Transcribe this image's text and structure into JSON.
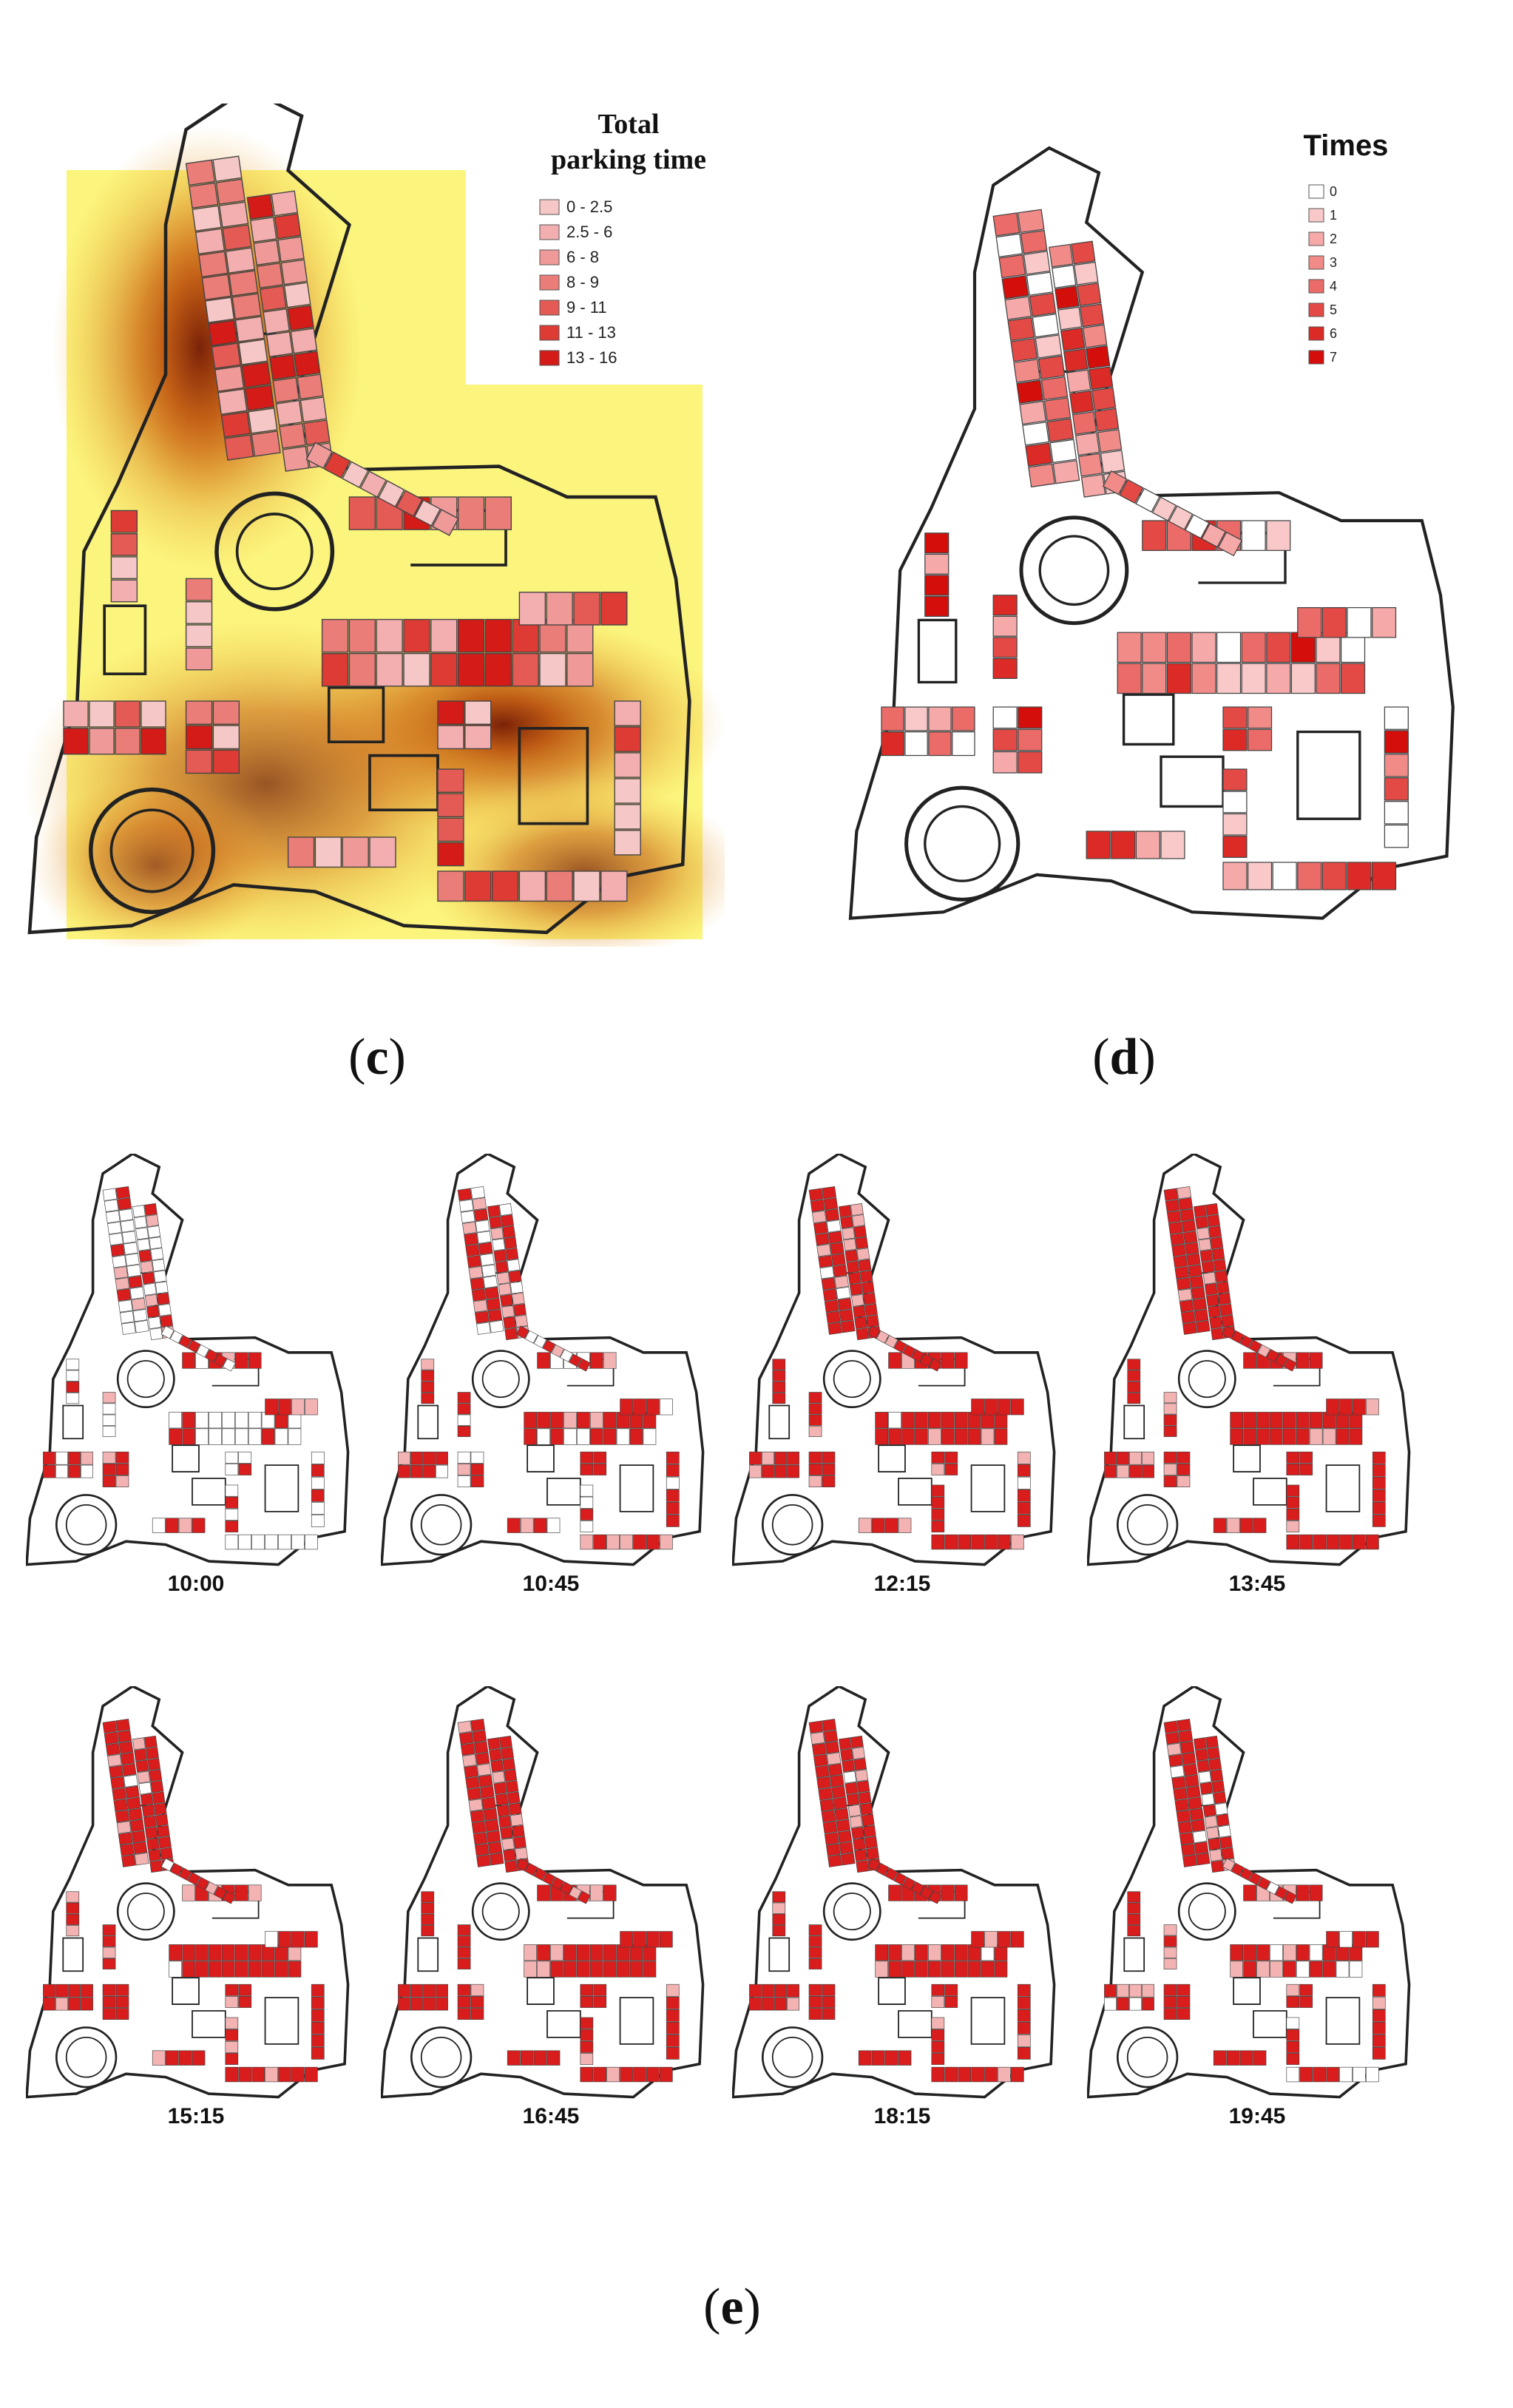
{
  "panel_c": {
    "caption_letter": "c",
    "legend_title_line1": "Total",
    "legend_title_line2": "parking time",
    "legend_items": [
      {
        "label": "0 - 2.5",
        "color": "#f6c7c7"
      },
      {
        "label": "2.5 - 6",
        "color": "#f3aeb0"
      },
      {
        "label": "6 - 8",
        "color": "#ef9a98"
      },
      {
        "label": "8 - 9",
        "color": "#ea7d78"
      },
      {
        "label": "9 - 11",
        "color": "#e45a55"
      },
      {
        "label": "11 - 13",
        "color": "#de3b35"
      },
      {
        "label": "13 - 16",
        "color": "#d41b17"
      }
    ],
    "background_color": "#fbf47d",
    "heat_color": "#8a2c0a"
  },
  "panel_d": {
    "caption_letter": "d",
    "legend_title": "Times",
    "legend_items": [
      {
        "label": "0",
        "color": "#ffffff"
      },
      {
        "label": "1",
        "color": "#f9c9c9"
      },
      {
        "label": "2",
        "color": "#f5a9a8"
      },
      {
        "label": "3",
        "color": "#f08b88"
      },
      {
        "label": "4",
        "color": "#ea6b67"
      },
      {
        "label": "5",
        "color": "#e34a45"
      },
      {
        "label": "6",
        "color": "#dc2b26"
      },
      {
        "label": "7",
        "color": "#d40f0b"
      }
    ]
  },
  "panel_e": {
    "caption_letter": "e",
    "time_labels": [
      "10:00",
      "10:45",
      "12:15",
      "13:45",
      "15:15",
      "16:45",
      "18:15",
      "19:45"
    ],
    "occupancy_level": [
      0.3,
      0.6,
      0.8,
      0.85,
      0.8,
      0.85,
      0.8,
      0.7
    ]
  },
  "colors": {
    "outline": "#222222",
    "occupied": "#d91c1c",
    "light": "#f3b3b3"
  }
}
